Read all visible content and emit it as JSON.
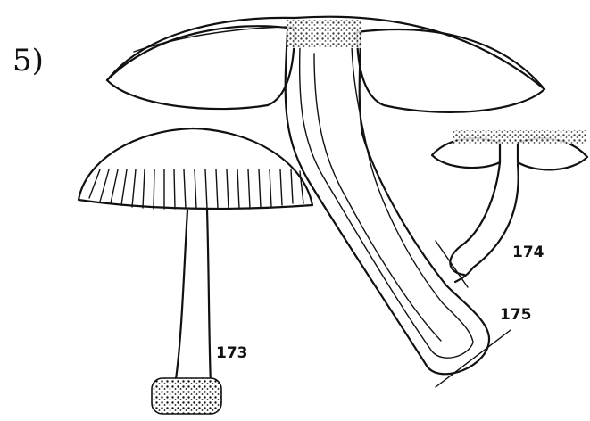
{
  "figure": {
    "labels": {
      "fig173": "173",
      "fig174": "174",
      "fig175": "175"
    },
    "corner_mark": "5)"
  }
}
